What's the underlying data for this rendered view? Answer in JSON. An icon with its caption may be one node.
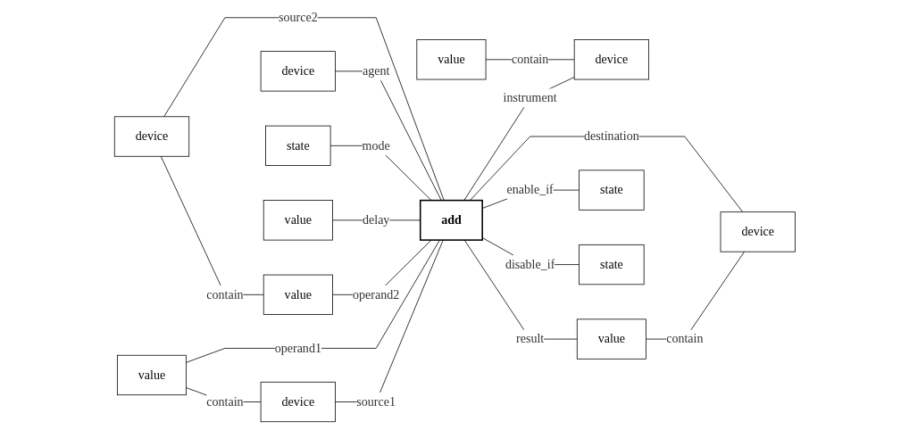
{
  "diagram": {
    "nodes": [
      {
        "text": [
          "device"
        ]
      },
      {
        "text": [
          "device"
        ]
      },
      {
        "text": [
          "state"
        ]
      },
      {
        "text": [
          "value"
        ]
      },
      {
        "text": [
          "value"
        ]
      },
      {
        "text": [
          "device"
        ]
      },
      {
        "text": [
          "value"
        ]
      },
      {
        "text": [
          "add"
        ]
      },
      {
        "text": [
          "value"
        ]
      },
      {
        "text": [
          "value"
        ]
      },
      {
        "text": [
          "device"
        ]
      },
      {
        "text": [
          "state"
        ]
      },
      {
        "text": [
          "state"
        ]
      },
      {
        "text": [
          "device"
        ]
      }
    ],
    "edges": [
      {
        "from": 0,
        "to": 6,
        "label": "contain",
        "arrow": "none"
      },
      {
        "from": 0,
        "to": 7,
        "label": "source2",
        "arrow": "none"
      },
      {
        "from": 1,
        "to": 7,
        "label": "agent",
        "arrow": "none"
      },
      {
        "from": 2,
        "to": 7,
        "label": "mode",
        "arrow": "none"
      },
      {
        "from": 3,
        "to": 7,
        "label": "delay",
        "arrow": "none"
      },
      {
        "from": 4,
        "to": 5,
        "label": "contain",
        "arrow": "none"
      },
      {
        "from": 6,
        "to": 7,
        "label": "operand2",
        "arrow": "none"
      },
      {
        "from": 8,
        "to": 7,
        "label": "operand1",
        "arrow": "none"
      },
      {
        "from": 8,
        "to": 10,
        "label": "contain",
        "arrow": "none"
      },
      {
        "from": 10,
        "to": 7,
        "label": "source1",
        "arrow": "none"
      },
      {
        "from": 7,
        "to": 5,
        "label": "instrument",
        "arrow": "none"
      },
      {
        "from": 7,
        "to": 9,
        "label": "result",
        "arrow": "none"
      },
      {
        "from": 7,
        "to": 13,
        "label": "destination",
        "arrow": "none"
      },
      {
        "from": 9,
        "to": 13,
        "label": "contain",
        "arrow": "none"
      },
      {
        "from": 7,
        "to": 11,
        "label": "enable_if",
        "arrow": "none"
      },
      {
        "from": 7,
        "to": 12,
        "label": "disable_if",
        "arrow": "none"
      }
    ]
  }
}
